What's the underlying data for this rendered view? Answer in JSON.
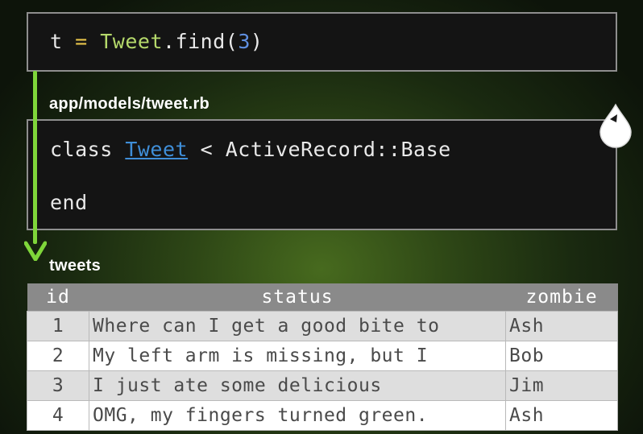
{
  "code_top": {
    "var": "t",
    "op": "=",
    "class_name": "Tweet",
    "method": ".find(",
    "arg": "3",
    "close": ")"
  },
  "model_file": {
    "path": "app/models/tweet.rb",
    "keyword": "class",
    "class_name": "Tweet",
    "rest": "< ActiveRecord::Base",
    "end": "end"
  },
  "table": {
    "name": "tweets",
    "columns": [
      "id",
      "status",
      "zombie"
    ],
    "rows": [
      {
        "id": "1",
        "status": "Where can I get a good bite to",
        "zombie": "Ash"
      },
      {
        "id": "2",
        "status": "My left arm is missing, but I",
        "zombie": "Bob"
      },
      {
        "id": "3",
        "status": "I just ate some delicious",
        "zombie": "Jim"
      },
      {
        "id": "4",
        "status": "OMG, my fingers turned green.",
        "zombie": "Ash"
      }
    ]
  },
  "colors": {
    "arrow": "#7fd63a",
    "operator": "#e6c34a",
    "class": "#b5d96b",
    "number": "#5f8fe0",
    "link": "#3f8ed8"
  },
  "icons": [
    "arrow-down-icon",
    "droplet-icon"
  ]
}
